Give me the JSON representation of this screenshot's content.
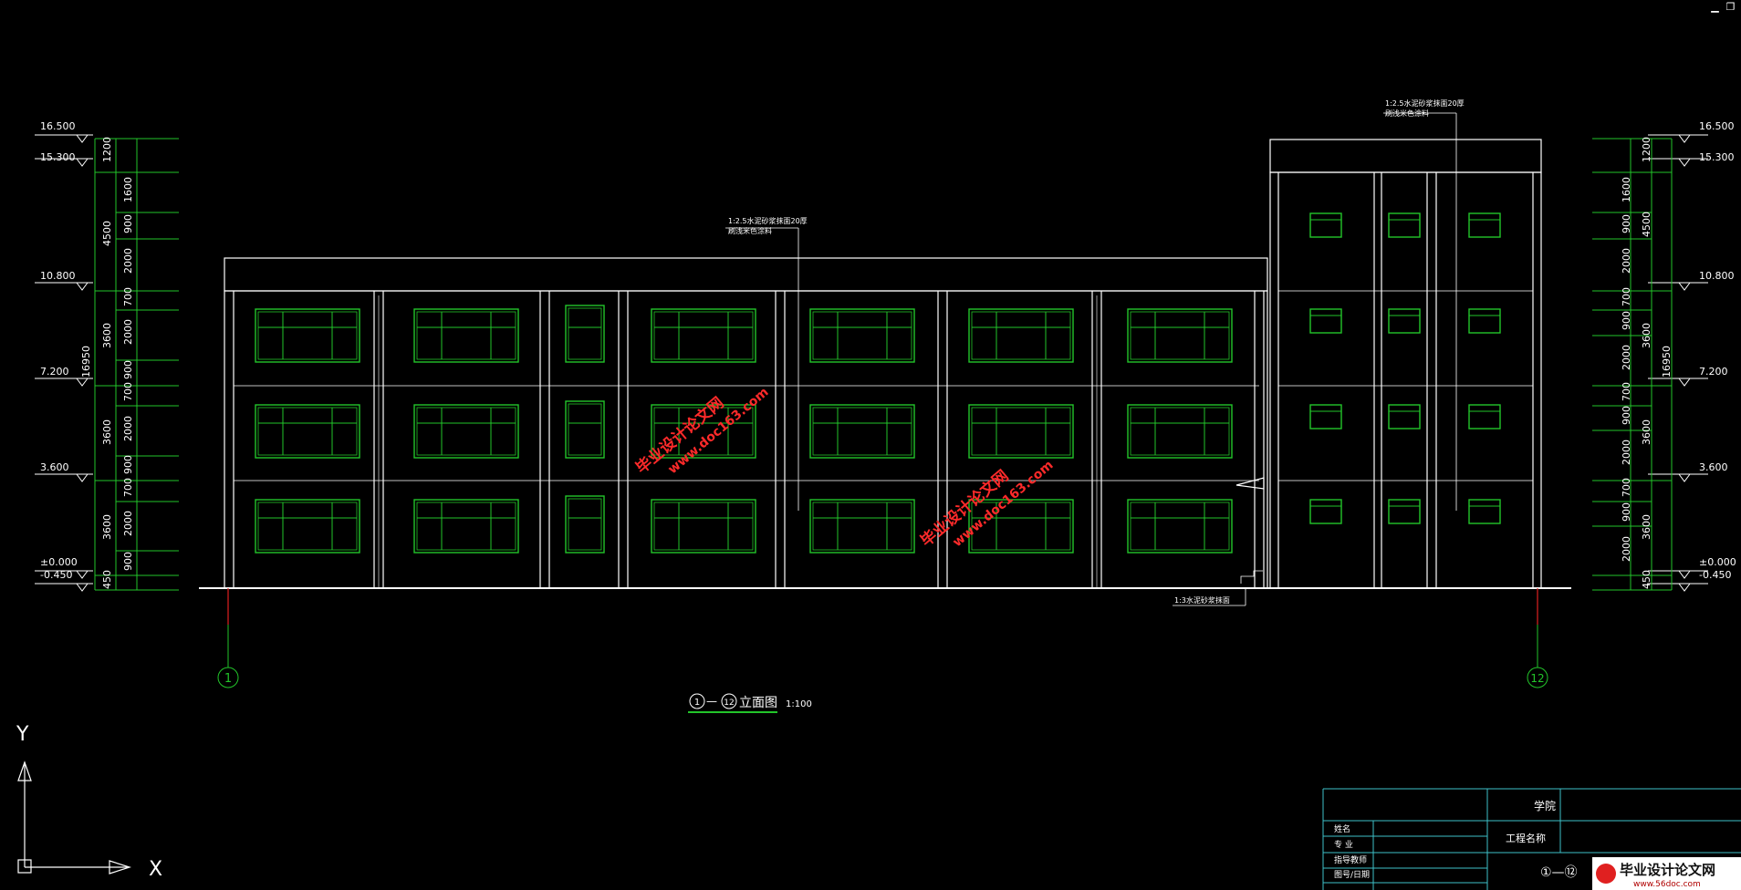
{
  "window": {
    "minimize_glyph": "▁",
    "restore_glyph": "❐"
  },
  "levels": {
    "left": [
      "16.500",
      "15.300",
      "10.800",
      "7.200",
      "3.600",
      "±0.000",
      "-0.450"
    ],
    "right": [
      "16.500",
      "15.300",
      "10.800",
      "7.200",
      "3.600",
      "±0.000",
      "-0.450"
    ]
  },
  "dims": {
    "left_inner": [
      "1200",
      "1600",
      "900",
      "2000",
      "700",
      "2000",
      "900",
      "700",
      "2000",
      "900",
      "700",
      "2000",
      "900",
      "450"
    ],
    "left_middle": [
      "4500",
      "3600",
      "3600",
      "3600"
    ],
    "left_total": "16950",
    "right_inner": [
      "1200",
      "1600",
      "900",
      "2000",
      "700",
      "900",
      "2000",
      "700",
      "900",
      "2000",
      "700",
      "900",
      "2000",
      "450"
    ],
    "right_middle": [
      "4500",
      "3600",
      "3600",
      "3600"
    ],
    "right_total": "16950"
  },
  "axes": {
    "left": "1",
    "right": "12"
  },
  "notes": {
    "parapet_top": [
      "1:2.5水泥砂浆抹面20厚",
      "刷浅米色涂料"
    ],
    "stair_top": [
      "1:2.5水泥砂浆抹面20厚",
      "刷浅米色涂料"
    ],
    "plinth": "1:3水泥砂浆抹面"
  },
  "drawing_title": {
    "axis_a": "1",
    "sep": "—",
    "axis_b": "12",
    "text": "立面图",
    "scale": "1:100"
  },
  "ucs": {
    "y": "Y",
    "x": "X"
  },
  "title_block": {
    "school": "学院",
    "project": "工程名称",
    "rows": [
      "姓名",
      "专  业",
      "指导教师",
      "图号/日期"
    ],
    "drawing": "①—⑫"
  },
  "watermarks": {
    "text_a": "毕业设计论文网",
    "url_a": "www.doc163.com",
    "logo": "毕业设计论文网",
    "logo_url": "www.56doc.com"
  },
  "colors": {
    "green": "#22c52a",
    "cyan": "#3ec0c8",
    "red": "#e02020",
    "wm": "#ff2a2a"
  }
}
